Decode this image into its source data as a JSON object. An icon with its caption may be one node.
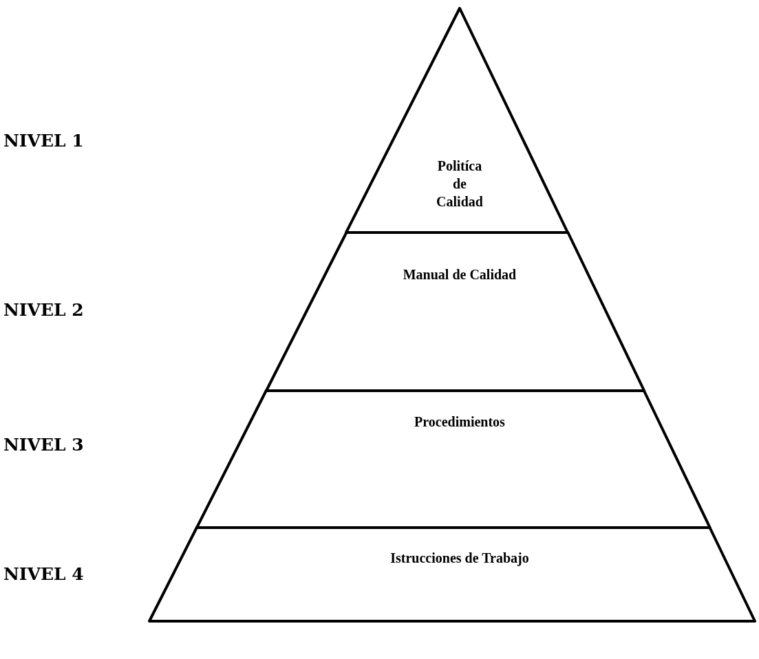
{
  "diagram": {
    "nodes": [
      {
        "text": [
          "Politíca de Calidad"
        ]
      },
      {
        "text": [
          "Manual de Calidad"
        ]
      },
      {
        "text": [
          "Procedimientos"
        ]
      },
      {
        "text": [
          "Istrucciones de Trabajo"
        ]
      }
    ],
    "labels": [
      "NIVEL 1",
      "NIVEL 2",
      "NIVEL 3",
      "NIVEL 4"
    ]
  }
}
